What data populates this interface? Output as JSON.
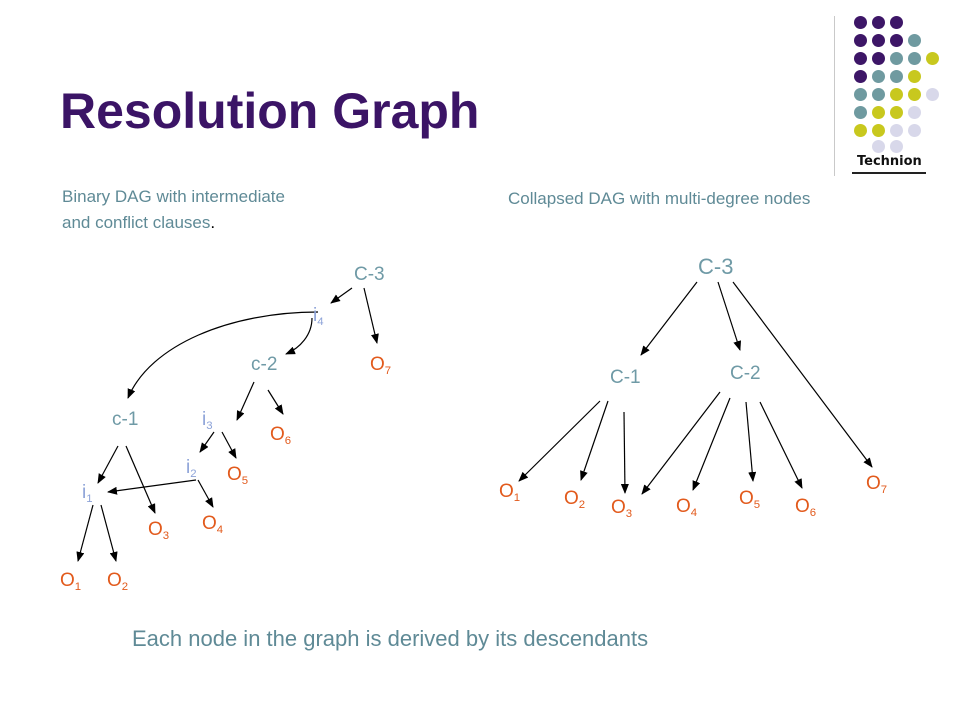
{
  "title": "Resolution Graph",
  "brand": "Technion",
  "left_caption": {
    "line1": "Binary DAG with intermediate",
    "line2": "and conflict clauses",
    "period": "."
  },
  "right_caption": "Collapsed DAG with multi-degree nodes",
  "bottom_text": "Each node in the graph is derived by its descendants",
  "colors": {
    "title": "#3b1466",
    "clause": "#6f9aa6",
    "intermediate": "#8da3d8",
    "original": "#e25a1c",
    "dot_purple": "#3d1667",
    "dot_teal": "#6f9aa0",
    "dot_lime": "#c8c81e",
    "dot_lavender": "#d8d8ea"
  },
  "left_graph": {
    "nodes": {
      "C3": {
        "base": "C-3"
      },
      "i4": {
        "base": "i",
        "sub": "4"
      },
      "c2": {
        "base": "c-2"
      },
      "O7": {
        "base": "O",
        "sub": "7"
      },
      "c1": {
        "base": "c-1"
      },
      "i3": {
        "base": "i",
        "sub": "3"
      },
      "O6": {
        "base": "O",
        "sub": "6"
      },
      "i2": {
        "base": "i",
        "sub": "2"
      },
      "O5": {
        "base": "O",
        "sub": "5"
      },
      "i1": {
        "base": "i",
        "sub": "1"
      },
      "O4": {
        "base": "O",
        "sub": "4"
      },
      "O3": {
        "base": "O",
        "sub": "3"
      },
      "O1": {
        "base": "O",
        "sub": "1"
      },
      "O2": {
        "base": "O",
        "sub": "2"
      }
    }
  },
  "right_graph": {
    "nodes": {
      "C3": {
        "base": "C-3"
      },
      "C1": {
        "base": "C-1"
      },
      "C2": {
        "base": "C-2"
      },
      "O1": {
        "base": "O",
        "sub": "1"
      },
      "O2": {
        "base": "O",
        "sub": "2"
      },
      "O3": {
        "base": "O",
        "sub": "3"
      },
      "O4": {
        "base": "O",
        "sub": "4"
      },
      "O5": {
        "base": "O",
        "sub": "5"
      },
      "O6": {
        "base": "O",
        "sub": "6"
      },
      "O7": {
        "base": "O",
        "sub": "7"
      }
    }
  }
}
